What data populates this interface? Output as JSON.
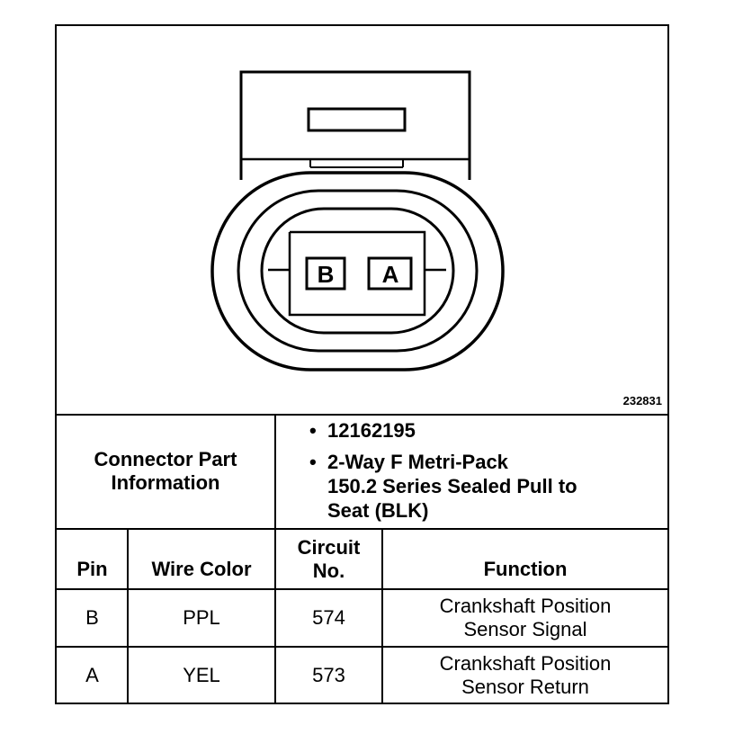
{
  "diagram": {
    "id": "232831",
    "pin_labels": [
      "B",
      "A"
    ]
  },
  "connector": {
    "label": "Connector Part\nInformation",
    "items": [
      "12162195",
      "2-Way F Metri-Pack\n150.2 Series Sealed Pull to\nSeat (BLK)"
    ]
  },
  "table": {
    "headers": {
      "pin": "Pin",
      "wire_color": "Wire Color",
      "circuit": "Circuit\nNo.",
      "function": "Function"
    },
    "rows": [
      {
        "pin": "B",
        "wire_color": "PPL",
        "circuit": "574",
        "function": "Crankshaft Position\nSensor Signal"
      },
      {
        "pin": "A",
        "wire_color": "YEL",
        "circuit": "573",
        "function": "Crankshaft Position\nSensor Return"
      }
    ]
  }
}
